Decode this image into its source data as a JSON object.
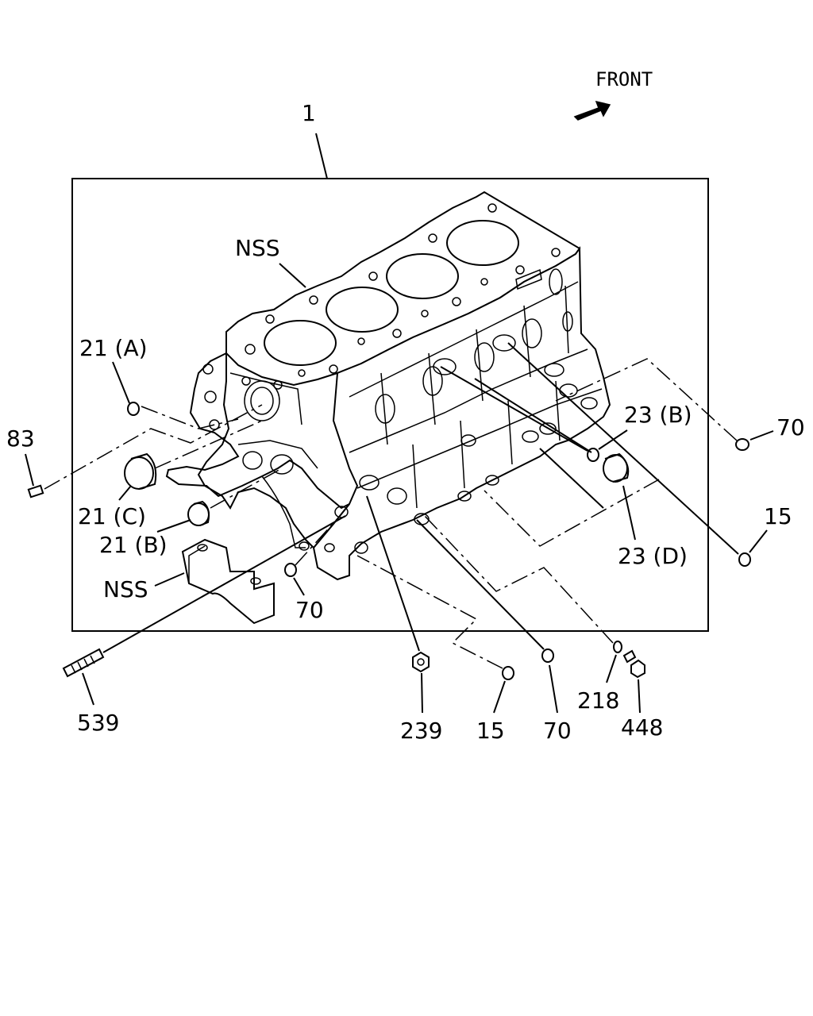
{
  "direction_label": "FRONT",
  "callouts": {
    "c1": "1",
    "nss_top": "NSS",
    "c21a": "21 (A)",
    "c83": "83",
    "c21c": "21 (C)",
    "c21b": "21 (B)",
    "nss_bottom": "NSS",
    "c70_left": "70",
    "c539": "539",
    "c239": "239",
    "c15_bottom": "15",
    "c70_bottom": "70",
    "c218": "218",
    "c448": "448",
    "c23d": "23 (D)",
    "c15_right": "15",
    "c23b": "23 (B)",
    "c70_right": "70"
  }
}
